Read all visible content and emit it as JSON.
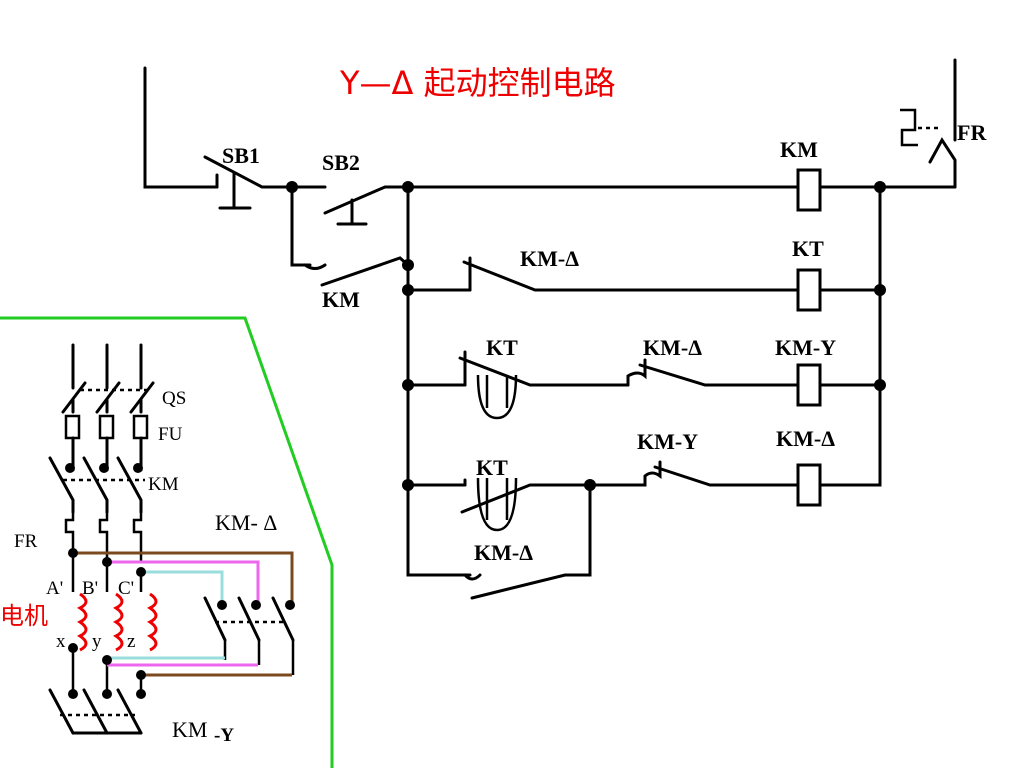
{
  "title": "Y—Δ 起动控制电路",
  "control_circuit": {
    "labels": {
      "sb1": "SB1",
      "sb2": "SB2",
      "km_aux": "KM",
      "km_coil": "KM",
      "fr": "FR",
      "km_delta_nc_row2": "KM-Δ",
      "kt_coil": "KT",
      "kt_contact_row3": "KT",
      "km_delta_nc_row3": "KM-Δ",
      "km_y_coil": "KM-Y",
      "kt_contact_row4": "KT",
      "km_y_nc_row4": "KM-Y",
      "km_delta_coil": "KM-Δ",
      "km_delta_no_row5": "KM-Δ"
    }
  },
  "main_circuit": {
    "labels": {
      "qs": "QS",
      "fu": "FU",
      "km": "KM",
      "fr": "FR",
      "km_delta": "KM- Δ",
      "motor": "电机",
      "terminal_a": "A'",
      "terminal_b": "B'",
      "terminal_c": "C'",
      "terminal_x": "x",
      "terminal_y": "y",
      "terminal_z": "z",
      "km_y_main": "KM",
      "km_y_suffix": "-Y"
    },
    "colors": {
      "frame": "#22cc22",
      "coil": "#ee0000",
      "bus_pink": "#ee66ee",
      "bus_cyan": "#99dddd",
      "bus_brown": "#7a4a1e"
    }
  }
}
